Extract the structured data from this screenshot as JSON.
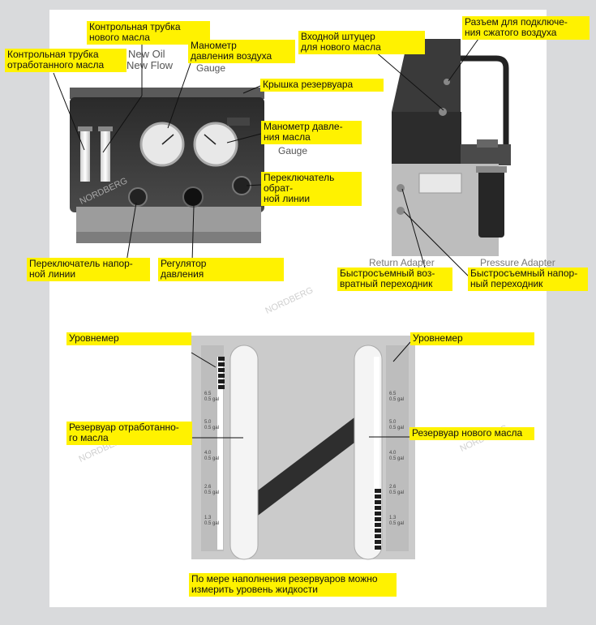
{
  "labels": {
    "contr_new_oil": "Контрольная трубка\nнового масла",
    "contr_used_oil": "Контрольная трубка\nотработанного масла",
    "air_gauge": "Манометр\nдавления воздуха",
    "inlet_fitting": "Входной штуцер\nдля нового масла",
    "air_connector": "Разъем для подключе-\nния сжатого воздуха",
    "tank_cap": "Крышка резервуара",
    "oil_gauge": "Манометр давле-\nния масла",
    "return_switch": "Переключатель обрат-\nной линии",
    "supply_switch": "Переключатель напор-\nной линии",
    "pressure_regulator": "Регулятор\nдавления",
    "return_adapter": "Быстросъемный воз-\nвратный переходник",
    "supply_adapter": "Быстросъемный напор-\nный переходник",
    "level_left": "Уровнемер",
    "level_right": "Уровнемер",
    "used_tank": "Резервуар отработанно-\nго масла",
    "new_tank": "Резервуар нового масла",
    "caption": "По мере наполнения резервуаров можно\nизмерить уровень жидкости"
  },
  "photo_text": {
    "new_oil": "New Oil",
    "new_flow": "New Flow",
    "gauge_top": "Gauge",
    "gauge_mid": "Gauge",
    "return_adapter_en": "Return Adapter",
    "pressure_adapter_en": "Pressure Adapter"
  },
  "scale_left": [
    "6.5\n0.5 gal",
    "5.0\n0.5 gal",
    "4.0\n0.5 gal",
    "2.6\n0.5 gal",
    "1.3\n0.5 gal"
  ],
  "scale_right": [
    "6.5\n0.5 gal",
    "5.0\n0.5 gal",
    "4.0\n0.5 gal",
    "2.6\n0.5 gal",
    "1.3\n0.5 gal"
  ],
  "watermark": "NORDBERG",
  "colors": {
    "highlight": "#fff200",
    "sheet": "#ffffff",
    "background": "#d9dadc",
    "machine": "#3a3a3a"
  }
}
